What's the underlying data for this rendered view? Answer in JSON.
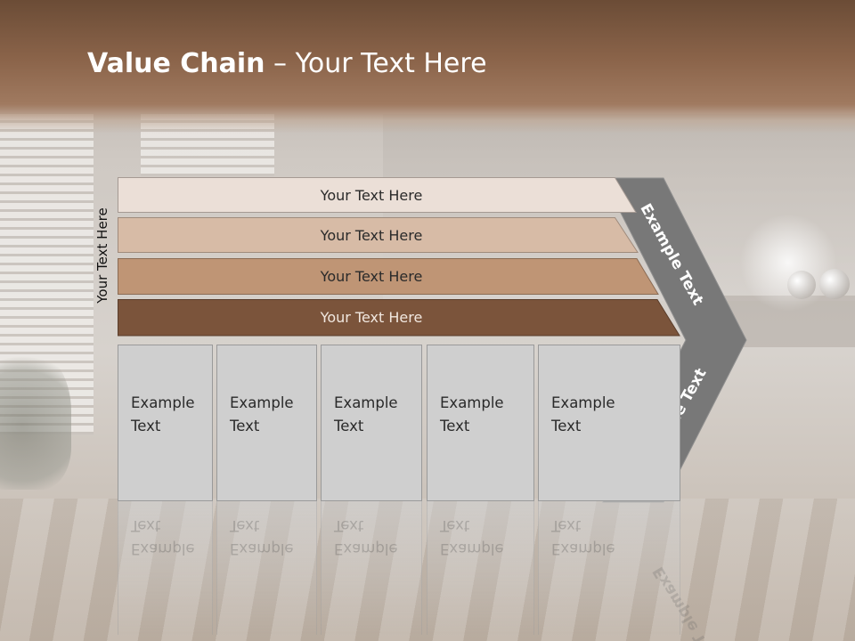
{
  "slide": {
    "title_bold": "Value Chain",
    "title_rest": " – Your Text Here",
    "side_label": "Your Text Here"
  },
  "rows": [
    {
      "label": "Your Text Here",
      "color": "#ebdfd7"
    },
    {
      "label": "Your Text Here",
      "color": "#d7bba6"
    },
    {
      "label": "Your Text Here",
      "color": "#bf9575"
    },
    {
      "label": "Your Text Here",
      "color": "#7b543b"
    }
  ],
  "boxes": [
    {
      "text": "Example\nText"
    },
    {
      "text": "Example\nText"
    },
    {
      "text": "Example\nText"
    },
    {
      "text": "Example\nText"
    },
    {
      "text": "Example\nText"
    }
  ],
  "chevron": {
    "top_text": "Example Text",
    "bottom_text": "Example Text",
    "color": "#787878"
  },
  "colors": {
    "header": "#8b644a",
    "box_fill": "#cfcfcf"
  }
}
